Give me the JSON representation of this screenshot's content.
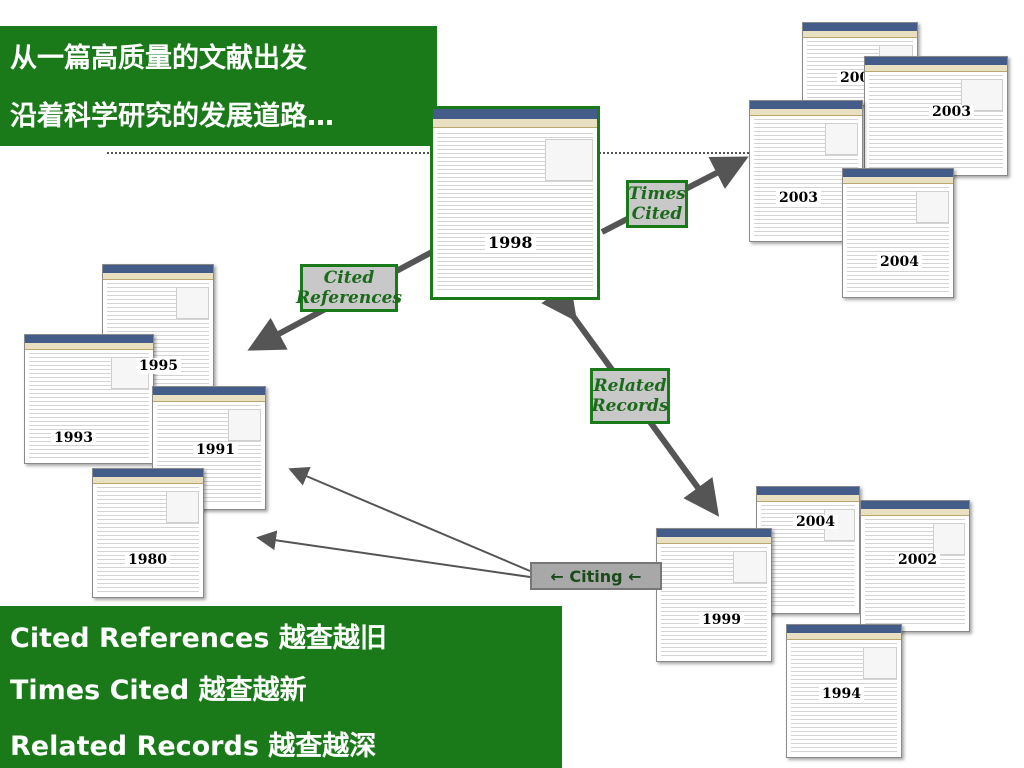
{
  "title": {
    "line1": "从一篇高质量的文献出发",
    "line2": "沿着科学研究的发展道路…"
  },
  "labels": {
    "cited_references_1": "Cited",
    "cited_references_2": "References",
    "times_cited_1": "Times",
    "times_cited_2": "Cited",
    "related_records_1": "Related",
    "related_records_2": "Records",
    "citing": "← Citing ←"
  },
  "summary": {
    "line1": "Cited References 越查越旧",
    "line2": "Times Cited 越查越新",
    "line3": "Related Records 越查越深"
  },
  "years": {
    "main": "1998",
    "tc_a": "2004",
    "tc_b": "2003",
    "tc_c": "2003",
    "tc_d": "2004",
    "ref_a": "1995",
    "ref_b": "1993",
    "ref_c": "1991",
    "ref_d": "1980",
    "rel_a": "2004",
    "rel_b": "2002",
    "rel_c": "1999",
    "rel_d": "1994"
  },
  "colors": {
    "green": "#1a7a1a",
    "arrow": "#555555"
  }
}
